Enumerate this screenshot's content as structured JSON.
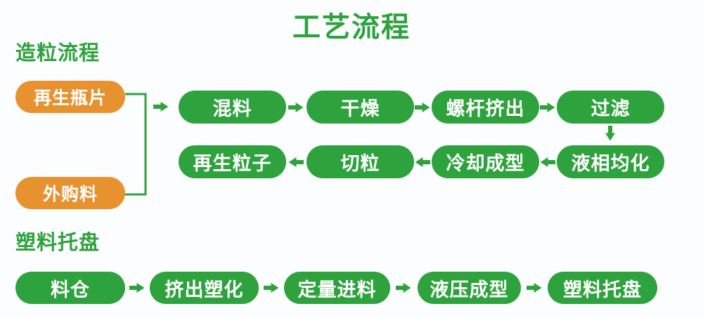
{
  "title": "工艺流程",
  "colors": {
    "green": "#2EA23D",
    "orange": "#E8922F",
    "box_text": "#FFFFFF",
    "background": "#FCFDFE"
  },
  "granulation": {
    "heading": "造粒流程",
    "source_top": "再生瓶片",
    "source_bottom": "外购料",
    "row1": [
      "混料",
      "干燥",
      "螺杆挤出",
      "过滤"
    ],
    "row2": [
      "再生粒子",
      "切粒",
      "冷却成型",
      "液相均化"
    ]
  },
  "tray": {
    "heading": "塑料托盘",
    "steps": [
      "料仓",
      "挤出塑化",
      "定量进料",
      "液压成型",
      "塑料托盘"
    ]
  },
  "icons": {
    "arrow-right-icon": "➡",
    "arrow-left-icon": "⬅",
    "arrow-down-icon": "⬇",
    "merge-bracket-connector": "┐┘"
  }
}
